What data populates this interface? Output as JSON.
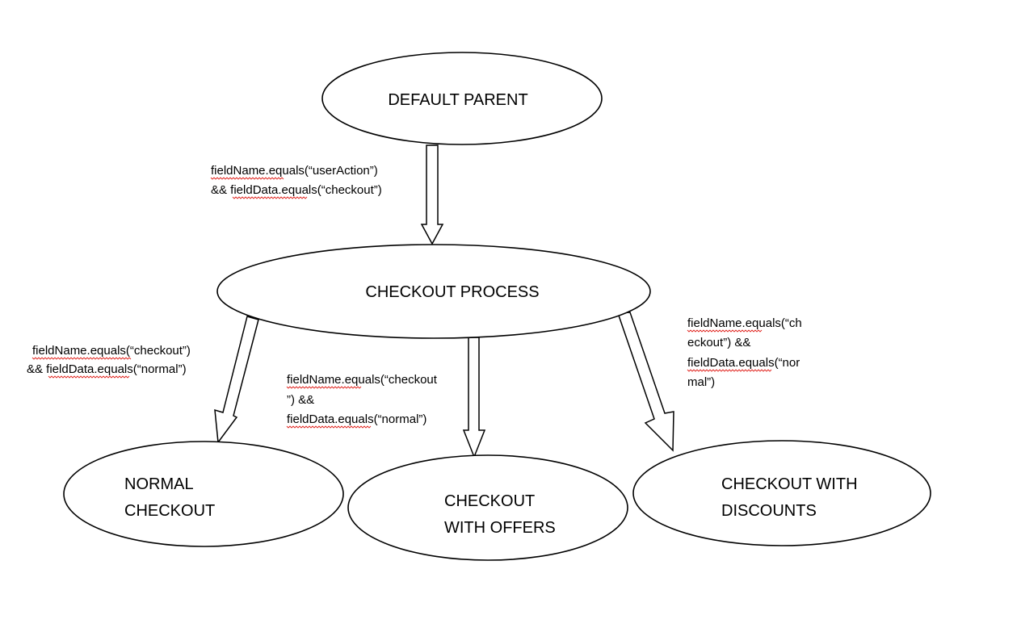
{
  "diagram": {
    "nodes": [
      {
        "id": "default-parent",
        "lines": [
          "DEFAULT PARENT"
        ]
      },
      {
        "id": "checkout-process",
        "lines": [
          "CHECKOUT PROCESS"
        ]
      },
      {
        "id": "normal-checkout",
        "lines": [
          "NORMAL",
          "CHECKOUT"
        ]
      },
      {
        "id": "checkout-with-offers",
        "lines": [
          "CHECKOUT",
          "WITH OFFERS"
        ]
      },
      {
        "id": "checkout-with-discounts",
        "lines": [
          "CHECKOUT WITH",
          "DISCOUNTS"
        ]
      }
    ],
    "edges": [
      {
        "from": "default-parent",
        "to": "checkout-process",
        "condition_lines": [
          "fieldName.equals(“userAction”)",
          "&& fieldData.equals(“checkout”)"
        ]
      },
      {
        "from": "checkout-process",
        "to": "normal-checkout",
        "condition_lines": [
          "fieldName.equals(“checkout”)",
          "&& fieldData.equals(“normal”)"
        ]
      },
      {
        "from": "checkout-process",
        "to": "checkout-with-offers",
        "condition_lines": [
          "fieldName.equals(“checkout",
          "”)  &&",
          "fieldData.equals(“normal”)"
        ]
      },
      {
        "from": "checkout-process",
        "to": "checkout-with-discounts",
        "condition_lines": [
          "fieldName.equals(“ch",
          "eckout”)  &&",
          "fieldData.equals(“nor",
          "mal”)"
        ]
      }
    ],
    "colors": {
      "stroke": "#000000",
      "fill": "#ffffff",
      "spellcheck_underline": "#e0201a"
    }
  }
}
